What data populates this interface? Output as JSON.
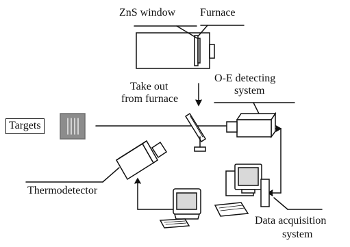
{
  "labels": {
    "zns_window": "ZnS window",
    "furnace": "Furnace",
    "take_out_line1": "Take out",
    "take_out_line2": "from furnace",
    "oe_line1": "O-E detecting",
    "oe_line2": "system",
    "targets": "Targets",
    "thermodetector": "Thermodetector",
    "data_acq_line1": "Data acquisition",
    "data_acq_line2": "system"
  },
  "colors": {
    "stroke": "#111111",
    "target_fill": "#8c8c8c",
    "target_bars": "#e6e6e6",
    "screen_fill": "#d9d9d9"
  }
}
